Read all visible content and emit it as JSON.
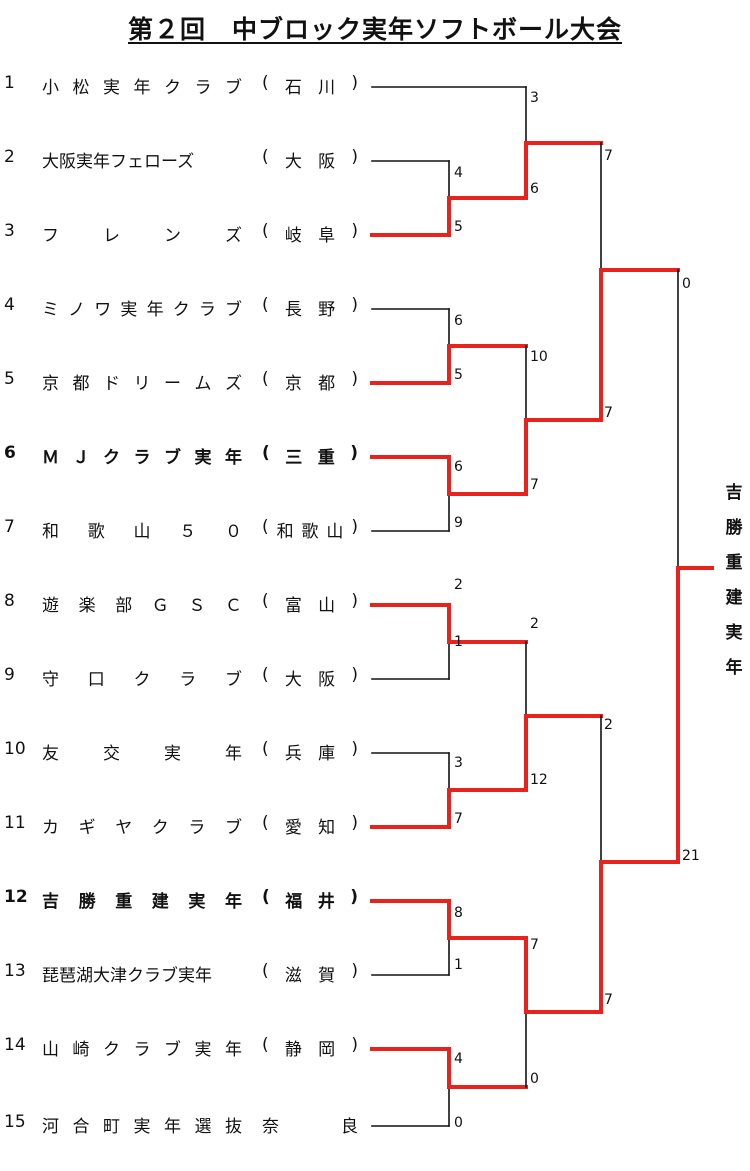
{
  "title": "第２回　中ブロック実年ソフトボール大会",
  "colors": {
    "winner": "#e8231e",
    "line": "#111111"
  },
  "teams": [
    {
      "num": "1",
      "name": "小松実年クラブ",
      "prefecture": "(石川)",
      "bold": false
    },
    {
      "num": "2",
      "name": "大阪実年フェローズ",
      "prefecture": "(大阪)",
      "bold": false
    },
    {
      "num": "3",
      "name": "フレンズ",
      "prefecture": "(岐阜)",
      "bold": false
    },
    {
      "num": "4",
      "name": "ミノワ実年クラブ",
      "prefecture": "(長野)",
      "bold": false
    },
    {
      "num": "5",
      "name": "京都ドリームズ",
      "prefecture": "(京都)",
      "bold": false
    },
    {
      "num": "6",
      "name": "ＭＪクラブ実年",
      "prefecture": "(三重)",
      "bold": true
    },
    {
      "num": "7",
      "name": "和歌山５０",
      "prefecture": "(和歌山)",
      "bold": false
    },
    {
      "num": "8",
      "name": "遊楽部ＧＳＣ",
      "prefecture": "(富山)",
      "bold": false
    },
    {
      "num": "9",
      "name": "守口クラブ",
      "prefecture": "(大阪)",
      "bold": false
    },
    {
      "num": "10",
      "name": "友交実年",
      "prefecture": "(兵庫)",
      "bold": false
    },
    {
      "num": "11",
      "name": "カギヤクラブ",
      "prefecture": "(愛知)",
      "bold": false
    },
    {
      "num": "12",
      "name": "吉勝重建実年",
      "prefecture": "(福井)",
      "bold": true
    },
    {
      "num": "13",
      "name": "琵琶湖大津クラブ実年",
      "prefecture": "(滋賀)",
      "bold": false
    },
    {
      "num": "14",
      "name": "山崎クラブ実年",
      "prefecture": "(静岡)",
      "bold": false
    },
    {
      "num": "15",
      "name": "河合町実年選抜",
      "prefecture": "奈良",
      "bold": false
    }
  ],
  "champion": "吉勝重建実年",
  "scores": [
    "3",
    "4",
    "5",
    "6",
    "6",
    "5",
    "10",
    "6",
    "9",
    "7",
    "7",
    "7",
    "0",
    "2",
    "1",
    "2",
    "3",
    "7",
    "12",
    "2",
    "8",
    "1",
    "7",
    "4",
    "0",
    "7",
    "0",
    "21"
  ]
}
